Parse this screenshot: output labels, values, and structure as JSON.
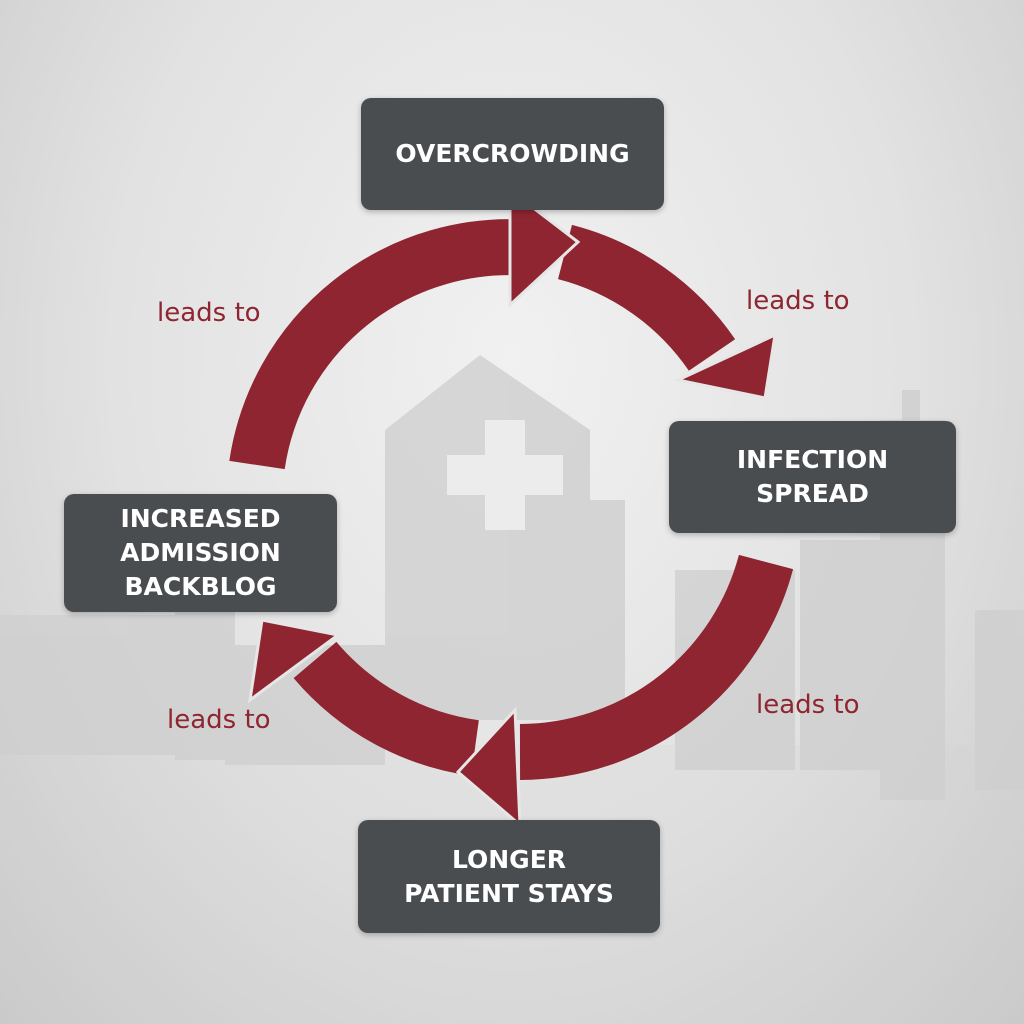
{
  "colors": {
    "arrow": "#8e2530",
    "box": "#4a4d50",
    "box_text": "#ffffff",
    "label": "#8e2530"
  },
  "nodes": {
    "overcrowding": {
      "lines": [
        "OVERCROWDING"
      ]
    },
    "infection": {
      "lines": [
        "INFECTION",
        "SPREAD"
      ]
    },
    "longer_stays": {
      "lines": [
        "LONGER",
        "PATIENT STAYS"
      ]
    },
    "backlog": {
      "lines": [
        "INCREASED",
        "ADMISSION",
        "BACKBLOG"
      ]
    }
  },
  "edge_labels": [
    "leads to",
    "leads to",
    "leads to",
    "leads to"
  ]
}
